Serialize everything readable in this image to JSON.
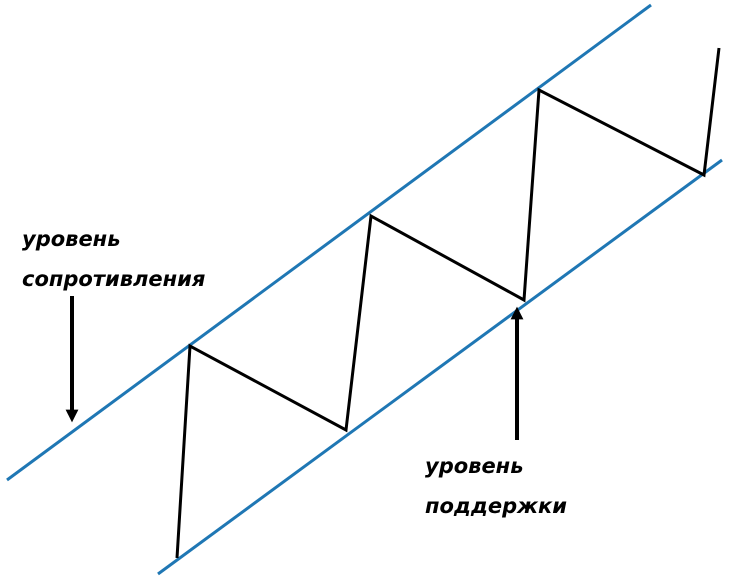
{
  "labels": {
    "resistance": [
      "уровень",
      "сопротивления"
    ],
    "support": [
      "уровень",
      "поддержки"
    ]
  },
  "colors": {
    "channel_line": "#1f77b4",
    "price_line": "#000000",
    "arrow": "#000000",
    "text": "#000000",
    "background": "#ffffff"
  }
}
